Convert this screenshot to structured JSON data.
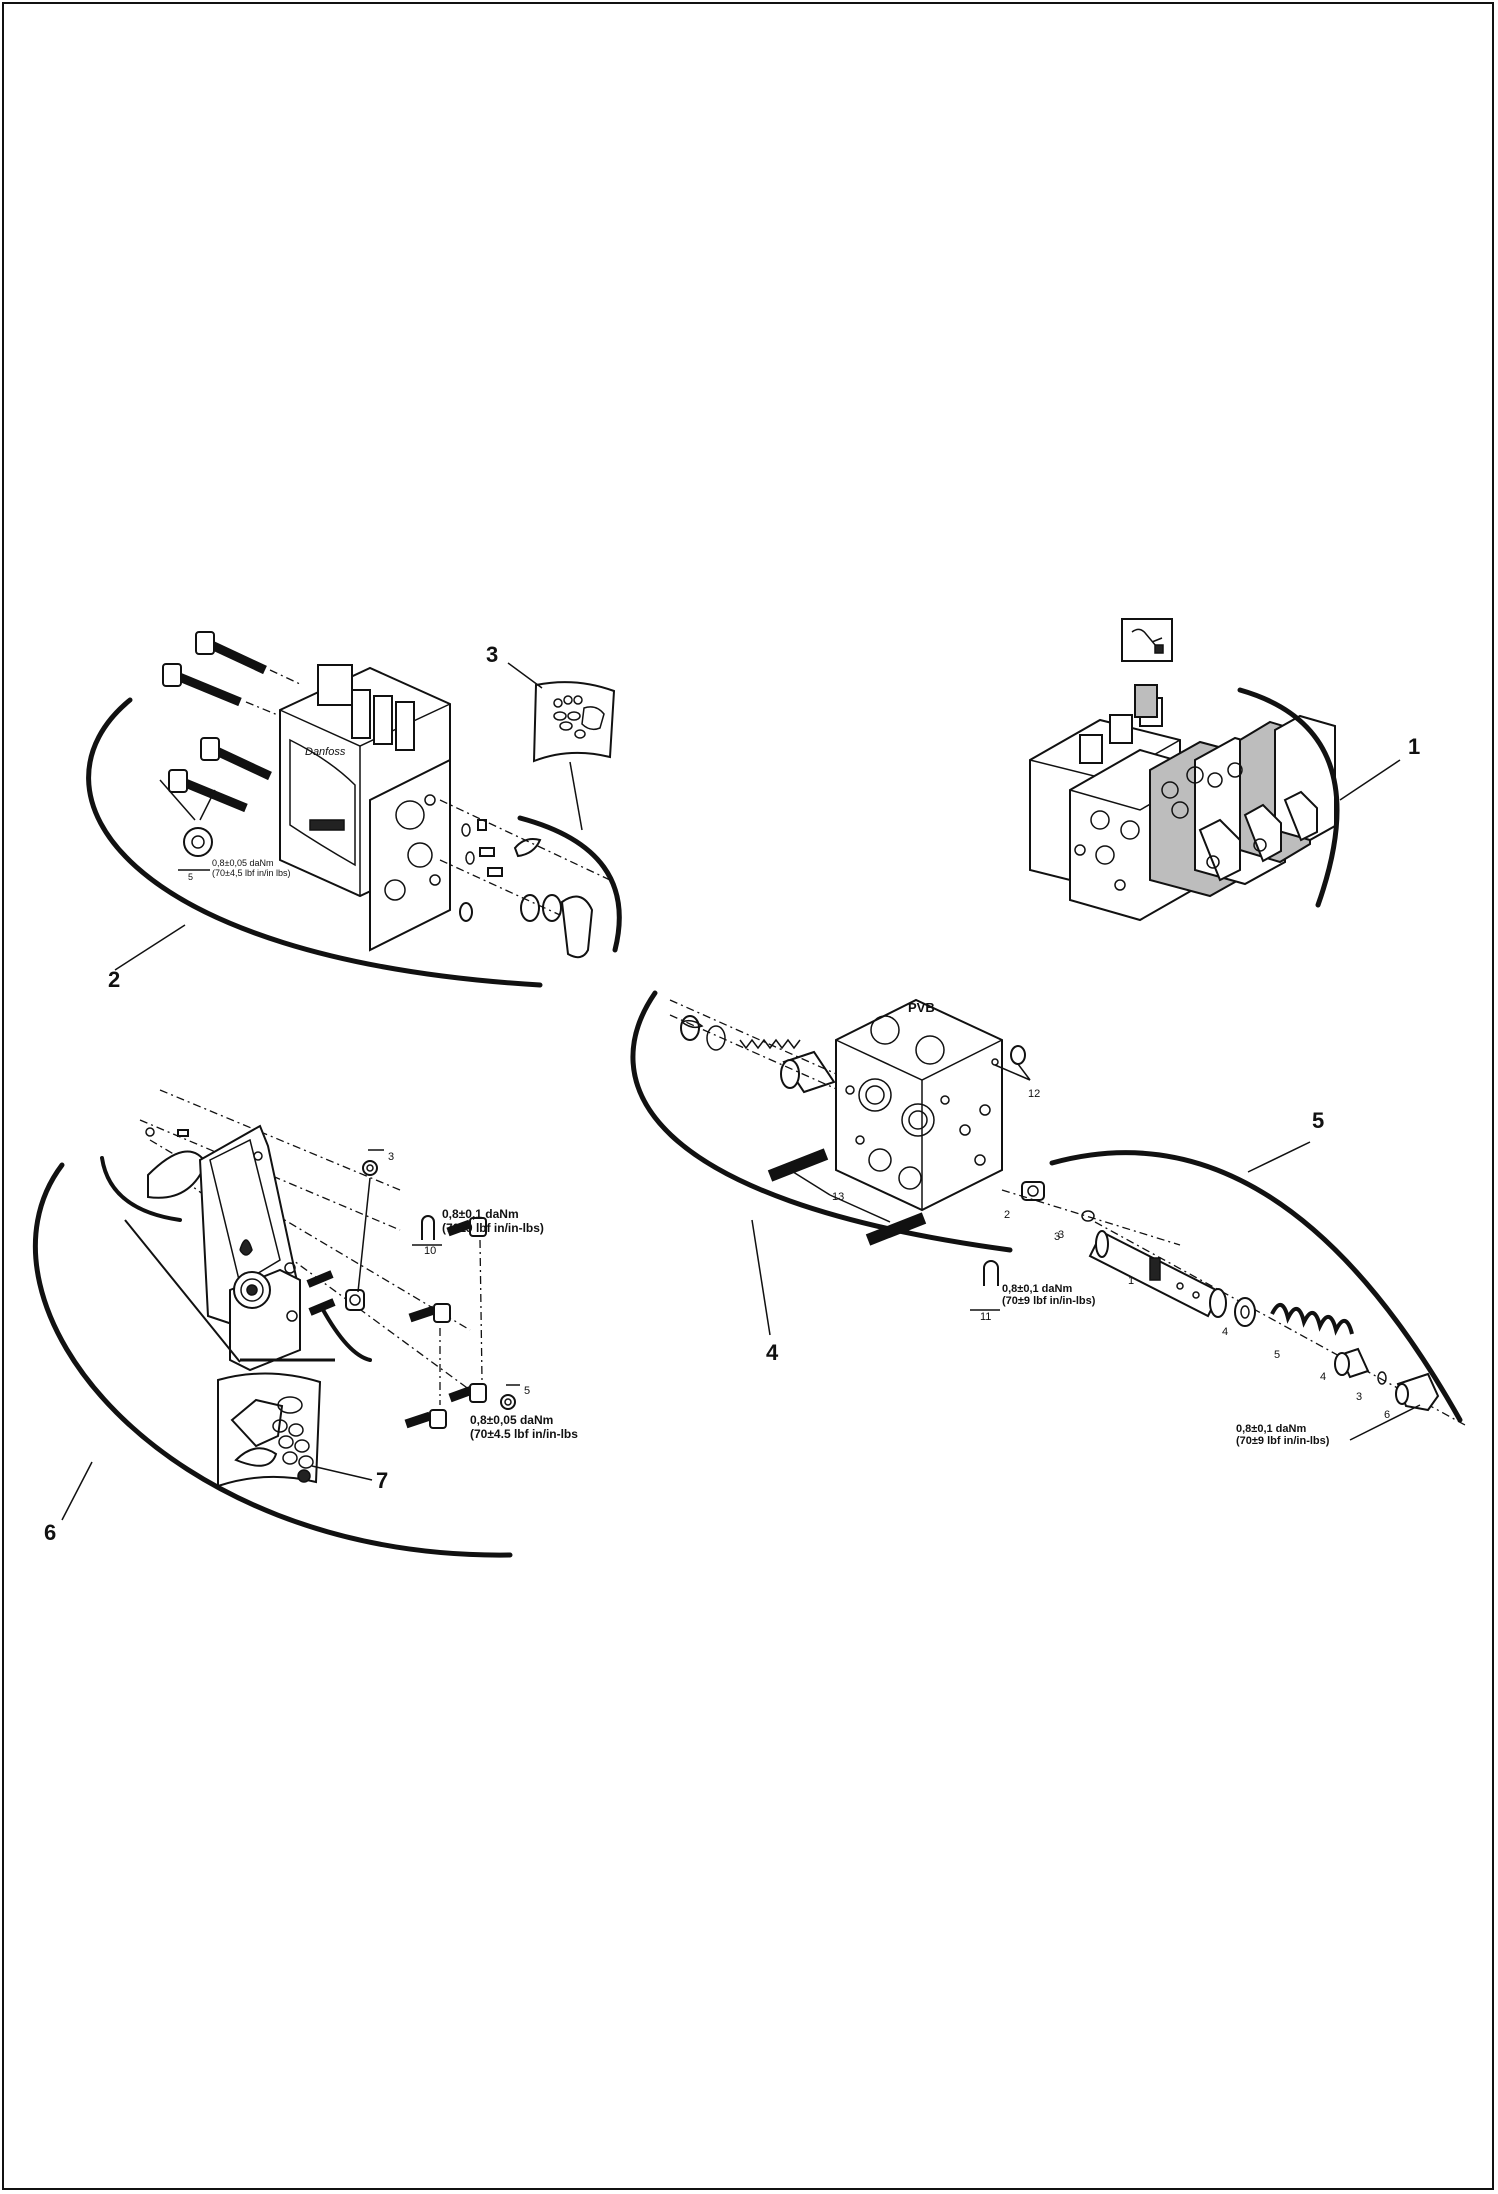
{
  "callouts": {
    "c1": "1",
    "c2": "2",
    "c3": "3",
    "c4": "4",
    "c5": "5",
    "c6": "6",
    "c7": "7"
  },
  "group2": {
    "torque_line1": "0,8±0,05 daNm",
    "torque_line2": "(70±4,5 lbf in/in lbs)",
    "dim": "5"
  },
  "group4": {
    "block_label": "PVB",
    "ref12": "12",
    "ref13": "13",
    "ref2": "2",
    "ref3": "3",
    "ref11": "11",
    "torque_line1": "0,8±0,1 daNm",
    "torque_line2": "(70±9 lbf in/in-lbs)"
  },
  "group5": {
    "ref1": "1",
    "ref3": "3",
    "ref4a": "4",
    "ref5": "5",
    "ref4b": "4",
    "ref3b": "3",
    "ref6": "6",
    "torque_line1": "0,8±0,1 daNm",
    "torque_line2": "(70±9 lbf in/in-lbs)"
  },
  "group6": {
    "ref3": "3",
    "ref10": "10",
    "ref5": "5",
    "torque_a_line1": "0,8±0,1 daNm",
    "torque_a_line2": "(70±9 lbf in/in-lbs)",
    "torque_b_line1": "0,8±0,05 daNm",
    "torque_b_line2": "(70±4.5 lbf in/in-lbs"
  }
}
